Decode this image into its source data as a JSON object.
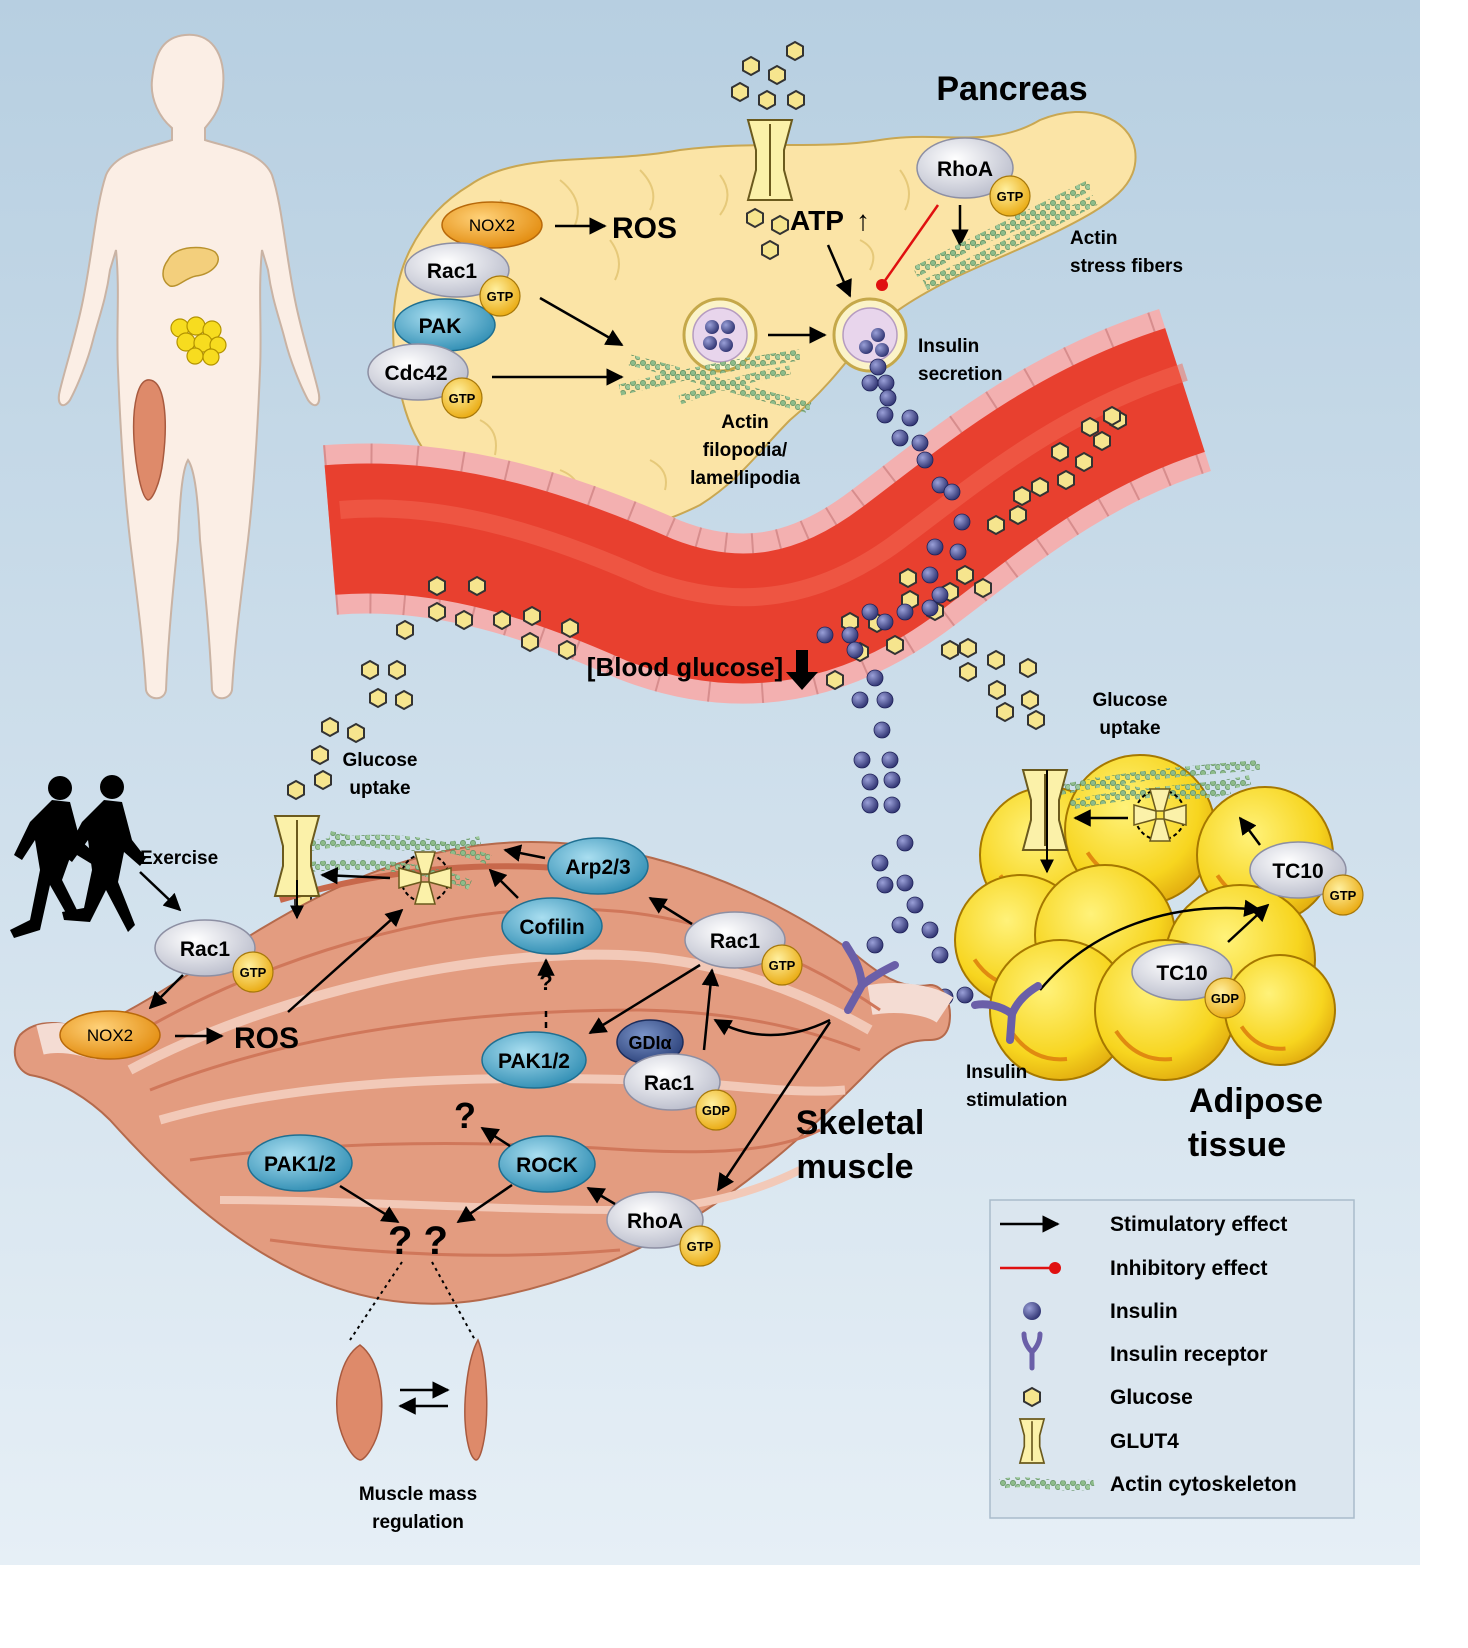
{
  "colors": {
    "bg_top": "#b7cfe1",
    "bg_bottom": "#e4eef6",
    "pancreas": "#fbe4a6",
    "vessel": "#e8402f",
    "vessel_wall": "#f3b0b0",
    "muscle": "#e39c80",
    "fat": "#f8d92b",
    "insulin": "#4b4f8c",
    "glucose": "#f6e58e",
    "actin": "#8bb58a",
    "stim_arrow": "#000000",
    "inhib_arrow": "#e01010",
    "nox2": "#f2a51c",
    "gtpase_blue": "#4fa8c9",
    "gtpase_grey": "#dcdde8",
    "gtp_badge": "#f6c32d"
  },
  "regions": {
    "pancreas": "Pancreas",
    "skeletal_muscle_line1": "Skeletal",
    "skeletal_muscle_line2": "muscle",
    "adipose_line1": "Adipose",
    "adipose_line2": "tissue",
    "blood_glucose": "[Blood glucose]"
  },
  "pancreas_labels": {
    "nox2": "NOX2",
    "ros": "ROS",
    "rac1": "Rac1",
    "gtp": "GTP",
    "pak": "PAK",
    "cdc42": "Cdc42",
    "atp": "ATP",
    "atp_arrow": "↑",
    "rhoa": "RhoA",
    "actin_stress_1": "Actin",
    "actin_stress_2": "stress fibers",
    "insulin_secretion_1": "Insulin",
    "insulin_secretion_2": "secretion",
    "actin_filo_1": "Actin",
    "actin_filo_2": "filopodia/",
    "actin_filo_3": "lamellipodia"
  },
  "muscle_labels": {
    "exercise": "Exercise",
    "glucose_uptake_1": "Glucose",
    "glucose_uptake_2": "uptake",
    "rac1": "Rac1",
    "gtp": "GTP",
    "gdp": "GDP",
    "nox2": "NOX2",
    "ros": "ROS",
    "arp23": "Arp2/3",
    "cofilin": "Cofilin",
    "pak12": "PAK1/2",
    "gdia": "GDIα",
    "rock": "ROCK",
    "rhoa": "RhoA",
    "q": "?",
    "qq": "? ?",
    "mass_1": "Muscle mass",
    "mass_2": "regulation"
  },
  "adipose_labels": {
    "glucose_uptake_1": "Glucose",
    "glucose_uptake_2": "uptake",
    "tc10": "TC10",
    "gtp": "GTP",
    "gdp": "GDP",
    "insulin_stim_1": "Insulin",
    "insulin_stim_2": "stimulation"
  },
  "legend": [
    {
      "icon": "stimulatory-arrow",
      "label": "Stimulatory effect"
    },
    {
      "icon": "inhibitory-arrow",
      "label": "Inhibitory effect"
    },
    {
      "icon": "insulin-icon",
      "label": "Insulin"
    },
    {
      "icon": "insulin-receptor-icon",
      "label": "Insulin receptor"
    },
    {
      "icon": "glucose-icon",
      "label": "Glucose"
    },
    {
      "icon": "glut4-icon",
      "label": "GLUT4"
    },
    {
      "icon": "actin-icon",
      "label": "Actin cytoskeleton"
    }
  ]
}
